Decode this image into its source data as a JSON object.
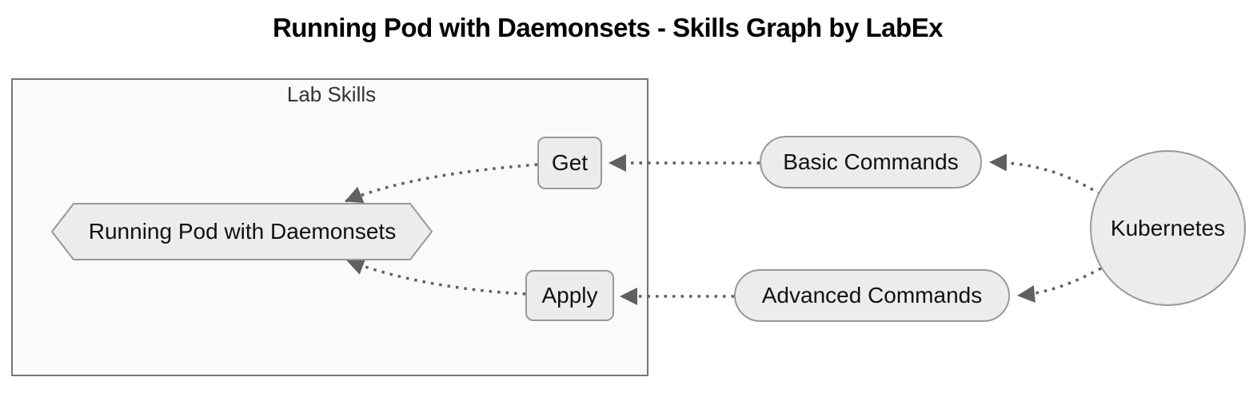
{
  "title": "Running Pod with Daemonsets - Skills Graph by LabEx",
  "diagram": {
    "cluster": {
      "label": "Lab Skills"
    },
    "nodes": {
      "skill": {
        "label": "Running Pod with Daemonsets",
        "shape": "hexagon"
      },
      "get": {
        "label": "Get",
        "shape": "rounded-rect"
      },
      "apply": {
        "label": "Apply",
        "shape": "rounded-rect"
      },
      "basic": {
        "label": "Basic Commands",
        "shape": "stadium"
      },
      "advanced": {
        "label": "Advanced Commands",
        "shape": "stadium"
      },
      "kubernetes": {
        "label": "Kubernetes",
        "shape": "circle"
      }
    },
    "edges": [
      {
        "from": "kubernetes",
        "to": "basic",
        "style": "dotted-arrow"
      },
      {
        "from": "kubernetes",
        "to": "advanced",
        "style": "dotted-arrow"
      },
      {
        "from": "basic",
        "to": "get",
        "style": "dotted-arrow"
      },
      {
        "from": "advanced",
        "to": "apply",
        "style": "dotted-arrow"
      },
      {
        "from": "get",
        "to": "skill",
        "style": "dotted-arrow"
      },
      {
        "from": "apply",
        "to": "skill",
        "style": "dotted-arrow"
      }
    ],
    "colors": {
      "node_fill": "#ececec",
      "node_stroke": "#999999",
      "cluster_fill": "#fafafa",
      "cluster_stroke": "#777777",
      "cluster_label_color": "#333333",
      "edge_color": "#606060",
      "text_color": "#111111",
      "title_color": "#000000"
    }
  }
}
